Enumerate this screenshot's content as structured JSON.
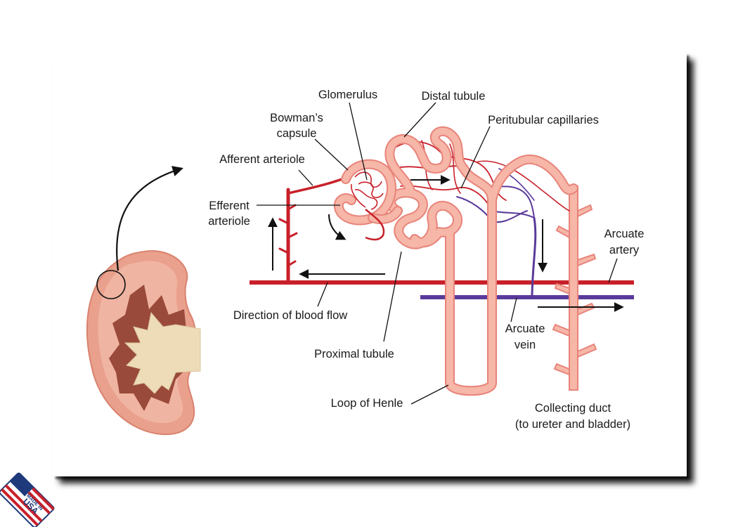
{
  "diagram": {
    "labels": {
      "glomerulus": "Glomerulus",
      "bowmans_capsule_1": "Bowman’s",
      "bowmans_capsule_2": "capsule",
      "distal_tubule": "Distal tubule",
      "peritubular_capillaries": "Peritubular capillaries",
      "afferent_arteriole": "Afferent arteriole",
      "efferent_arteriole_1": "Efferent",
      "efferent_arteriole_2": "arteriole",
      "arcuate_artery_1": "Arcuate",
      "arcuate_artery_2": "artery",
      "direction_of_blood_flow": "Direction of blood flow",
      "arcuate_vein_1": "Arcuate",
      "arcuate_vein_2": "vein",
      "proximal_tubule": "Proximal tubule",
      "loop_of_henle": "Loop of Henle",
      "collecting_duct_1": "Collecting duct",
      "collecting_duct_2": "(to ureter and bladder)"
    },
    "badge": {
      "line1": "MADE IN",
      "line2": "USA"
    },
    "colors": {
      "artery": "#c8202a",
      "vein": "#5a3a9a",
      "tubule_fill": "#f6b6a8",
      "tubule_edge": "#e8847a",
      "kidney_outer": "#e9a08c",
      "kidney_inner": "#9a4a3a",
      "pelvis": "#eedcb8"
    }
  }
}
